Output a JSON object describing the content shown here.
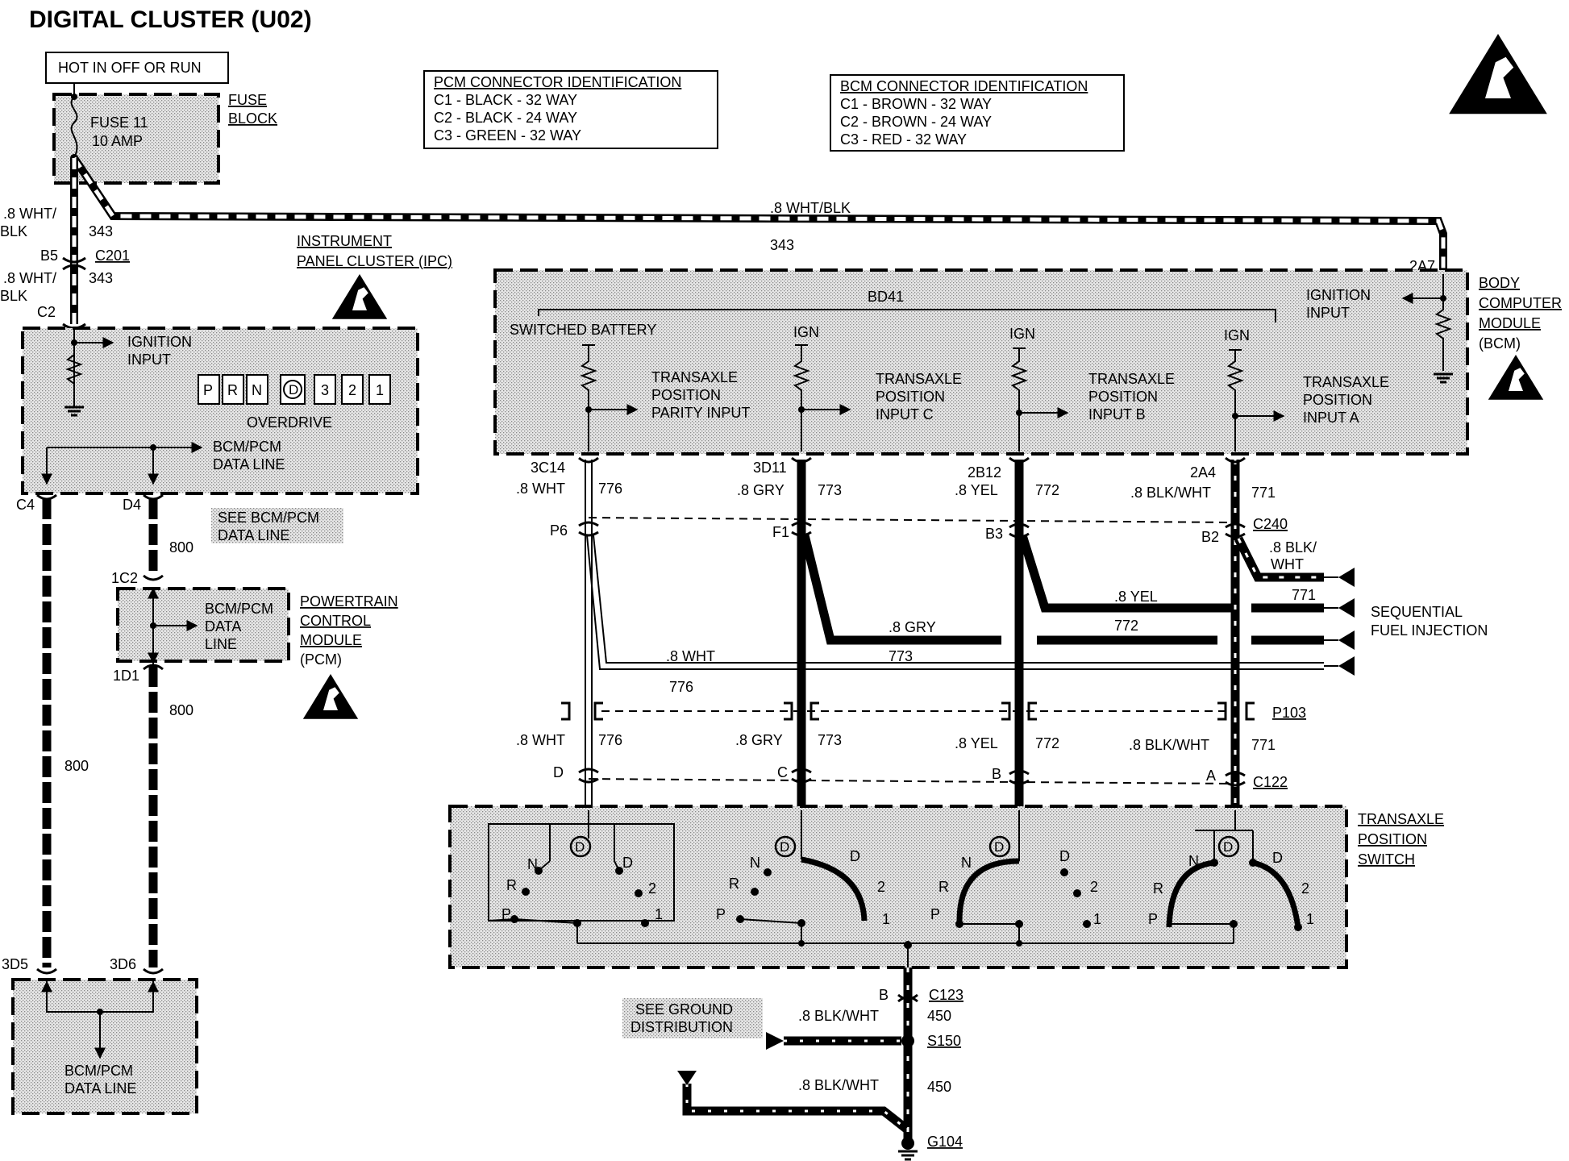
{
  "title": "DIGITAL CLUSTER (U02)",
  "hot_label": "HOT IN OFF OR RUN",
  "fuse": {
    "block_label": [
      "FUSE",
      "BLOCK"
    ],
    "name": "FUSE 11",
    "rating": "10 AMP"
  },
  "pcm_ident": {
    "title": "PCM CONNECTOR IDENTIFICATION",
    "lines": [
      "C1 - BLACK - 32 WAY",
      "C2 - BLACK - 24 WAY",
      "C3 - GREEN - 32 WAY"
    ]
  },
  "bcm_ident": {
    "title": "BCM CONNECTOR IDENTIFICATION",
    "lines": [
      "C1 - BROWN - 32 WAY",
      "C2 - BROWN - 24 WAY",
      "C3 - RED - 32 WAY"
    ]
  },
  "top_wire": {
    "color": ".8 WHT/BLK",
    "circuit": "343",
    "bcm_pin": "2A7"
  },
  "left_wire": {
    "color_a": ".8 WHT/",
    "color_b": "BLK",
    "circuit": "343",
    "pin_b5": "B5",
    "conn_c201": "C201",
    "pin_c2": "C2"
  },
  "ipc": {
    "label": [
      "INSTRUMENT",
      "PANEL CLUSTER (IPC)"
    ],
    "ignition_input": [
      "IGNITION",
      "INPUT"
    ],
    "prnd": [
      "P",
      "R",
      "N",
      "D",
      "3",
      "2",
      "1"
    ],
    "overdrive": "OVERDRIVE",
    "data_line": [
      "BCM/PCM",
      "DATA LINE"
    ],
    "pin_c4": "C4",
    "pin_d4": "D4"
  },
  "see_data_line": [
    "SEE BCM/PCM",
    "DATA LINE"
  ],
  "pcm": {
    "label": [
      "POWERTRAIN",
      "CONTROL",
      "MODULE",
      "(PCM)"
    ],
    "data_line": [
      "BCM/PCM",
      "DATA",
      "LINE"
    ],
    "pin_top": "1C2",
    "pin_bottom": "1D1",
    "circuit": "800"
  },
  "left_800": {
    "circuit": "800",
    "pin_3d5": "3D5",
    "pin_3d6": "3D6"
  },
  "bottom_left_box": {
    "data_line": [
      "BCM/PCM",
      "DATA LINE"
    ]
  },
  "bcm": {
    "label": [
      "BODY",
      "COMPUTER",
      "MODULE",
      "(BCM)"
    ],
    "bd41": "BD41",
    "switched_battery": "SWITCHED BATTERY",
    "ign": "IGN",
    "ignition_input": [
      "IGNITION",
      "INPUT"
    ],
    "inputs": [
      [
        "TRANSAXLE",
        "POSITION",
        "PARITY INPUT"
      ],
      [
        "TRANSAXLE",
        "POSITION",
        "INPUT C"
      ],
      [
        "TRANSAXLE",
        "POSITION",
        "INPUT B"
      ],
      [
        "TRANSAXLE",
        "POSITION",
        "INPUT A"
      ]
    ]
  },
  "circuits": [
    {
      "pin": "3C14",
      "color": ".8 WHT",
      "circuit": "776",
      "c240": "P6",
      "c122": "D"
    },
    {
      "pin": "3D11",
      "color": ".8 GRY",
      "circuit": "773",
      "c240": "F1",
      "c122": "C"
    },
    {
      "pin": "2B12",
      "color": ".8 YEL",
      "circuit": "772",
      "c240": "B3",
      "c122": "B"
    },
    {
      "pin": "2A4",
      "color": ".8 BLK/WHT",
      "circuit": "771",
      "c240": "B2",
      "c122": "A"
    }
  ],
  "c240": "C240",
  "c240_branch_color": [
    ".8 BLK/",
    "WHT"
  ],
  "sfi": {
    "label": [
      "SEQUENTIAL",
      "FUEL INJECTION"
    ],
    "wires": [
      {
        "color": "",
        "circuit": "771"
      },
      {
        "color": ".8 YEL",
        "circuit": "772"
      },
      {
        "color": ".8 GRY",
        "circuit": "773"
      },
      {
        "color": ".8 WHT",
        "circuit": "776"
      }
    ]
  },
  "p103": "P103",
  "c122": "C122",
  "tps": {
    "label": [
      "TRANSAXLE",
      "POSITION",
      "SWITCH"
    ],
    "positions": [
      "P",
      "R",
      "N",
      "D",
      "2",
      "1"
    ]
  },
  "ground": {
    "pin_b": "B",
    "c123": "C123",
    "color": ".8 BLK/WHT",
    "circuit": "450",
    "s150": "S150",
    "g104": "G104",
    "see": [
      "SEE GROUND",
      "DISTRIBUTION"
    ]
  }
}
